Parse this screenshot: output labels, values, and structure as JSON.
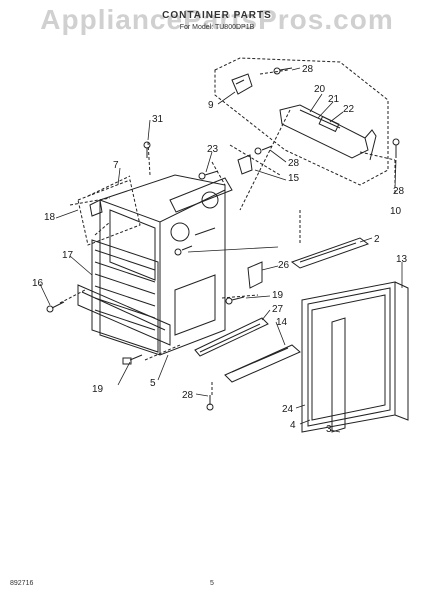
{
  "header": {
    "title": "CONTAINER PARTS",
    "subtitle": "For Model: TU800DP1B"
  },
  "watermark": "AppliancePartsPros.com",
  "footer": {
    "code": "892716",
    "page_number": "5"
  },
  "callouts": [
    "28",
    "9",
    "20",
    "21",
    "22",
    "31",
    "23",
    "28",
    "15",
    "7",
    "28",
    "10",
    "18",
    "2",
    "13",
    "17",
    "26",
    "16",
    "19",
    "27",
    "14",
    "19",
    "5",
    "28",
    "24",
    "4",
    "3"
  ]
}
